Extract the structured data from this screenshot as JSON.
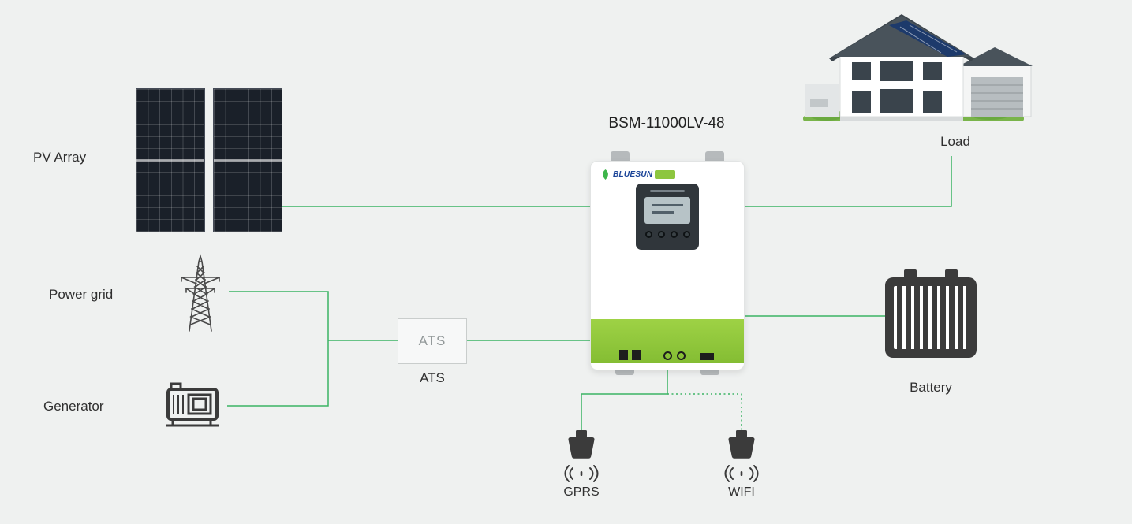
{
  "diagram": {
    "inverter_model": "BSM-11000LV-48",
    "brand": "BLUESUN",
    "pv_array": "PV Array",
    "power_grid": "Power grid",
    "generator": "Generator",
    "ats_box": "ATS",
    "ats_label": "ATS",
    "load": "Load",
    "battery": "Battery",
    "gprs": "GPRS",
    "wifi": "WIFI"
  },
  "colors": {
    "background": "#eff1f0",
    "wire_green": "#3cb464",
    "inverter_green": "#8dc63f",
    "panel_dark": "#1a2029",
    "icon_dark": "#3b3b3b"
  }
}
